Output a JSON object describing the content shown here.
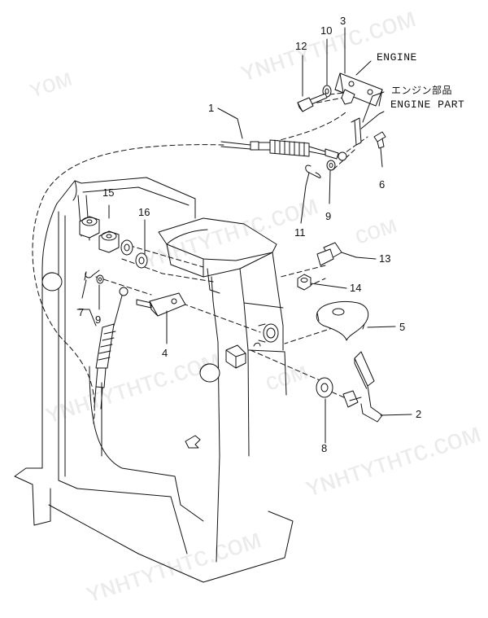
{
  "diagram": {
    "labels": {
      "engine": "ENGINE",
      "engine_part_jp": "エンジン部品",
      "engine_part_en": "ENGINE PART"
    },
    "callouts": {
      "c1": "1",
      "c2": "2",
      "c3": "3",
      "c4": "4",
      "c5": "5",
      "c6": "6",
      "c7": "7",
      "c8": "8",
      "c9a": "9",
      "c9b": "9",
      "c10": "10",
      "c11": "11",
      "c12": "12",
      "c13": "13",
      "c14": "14",
      "c15": "15",
      "c16": "16"
    },
    "watermark": "YNHTYTHTC.COM"
  }
}
